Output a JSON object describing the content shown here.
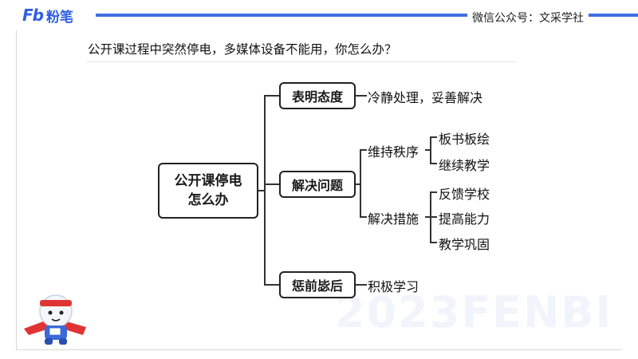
{
  "header": {
    "logo_mark": "Fb",
    "logo_text": "粉笔",
    "wechat_account": "微信公众号：文采学社"
  },
  "question": "公开课过程中突然停电，多媒体设备不能用，你怎么办？",
  "watermark": "2023FENBI",
  "mindmap": {
    "root": "公开课停电\n怎么办",
    "branches": [
      {
        "label": "表明态度",
        "leaf": "冷静处理，妥善解决"
      },
      {
        "label": "解决问题",
        "children": [
          {
            "label": "维持秩序",
            "leaves": [
              "板书板绘",
              "继续教学"
            ]
          },
          {
            "label": "解决措施",
            "leaves": [
              "反馈学校",
              "提高能力",
              "教学巩固"
            ]
          }
        ]
      },
      {
        "label": "惩前毖后",
        "leaf": "积极学习"
      }
    ]
  },
  "colors": {
    "brand": "#2f5fe0",
    "topbar": "#3f6fe0",
    "line": "#333333"
  }
}
